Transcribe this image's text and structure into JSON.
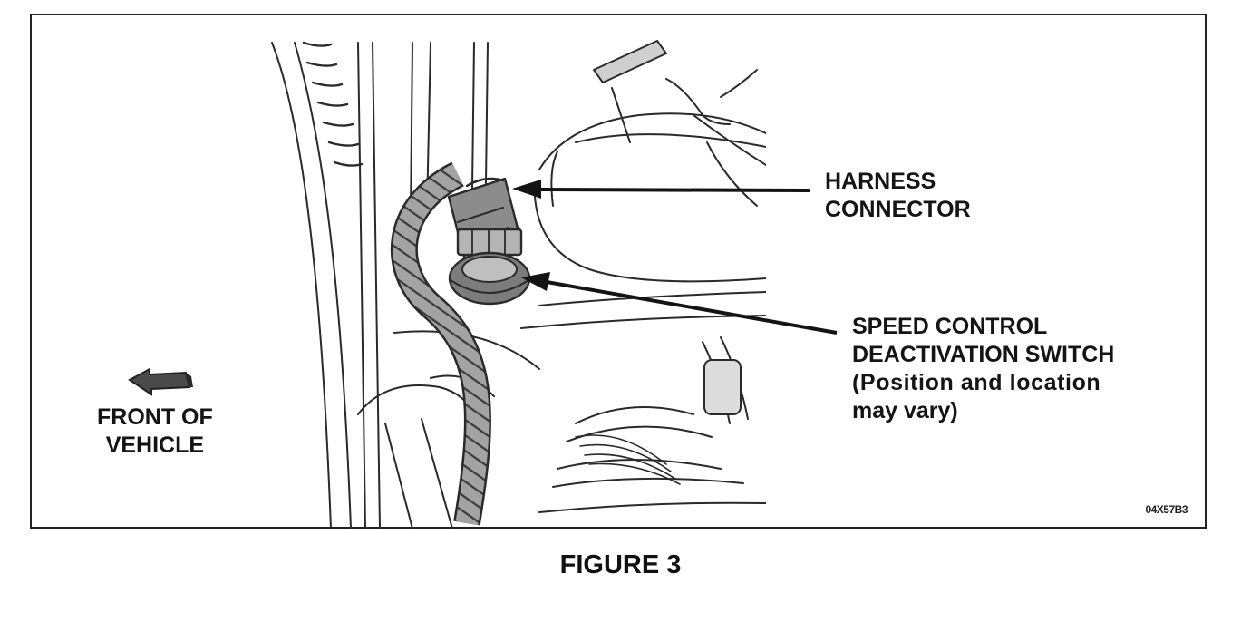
{
  "labels": {
    "harness_connector": [
      "HARNESS",
      "CONNECTOR"
    ],
    "speed_control_switch": [
      "SPEED CONTROL",
      "DEACTIVATION SWITCH",
      "(Position and location",
      "may vary)"
    ],
    "front_of_vehicle": [
      "FRONT OF",
      "VEHICLE"
    ]
  },
  "figure_code": "04X57B3",
  "caption": "FIGURE 3",
  "colors": {
    "ink": "#141414",
    "border": "#222222",
    "harness_fill": "#9a9a9a",
    "connector_fill": "#7a7a7a",
    "arrow_fill": "#4a4a4a"
  }
}
